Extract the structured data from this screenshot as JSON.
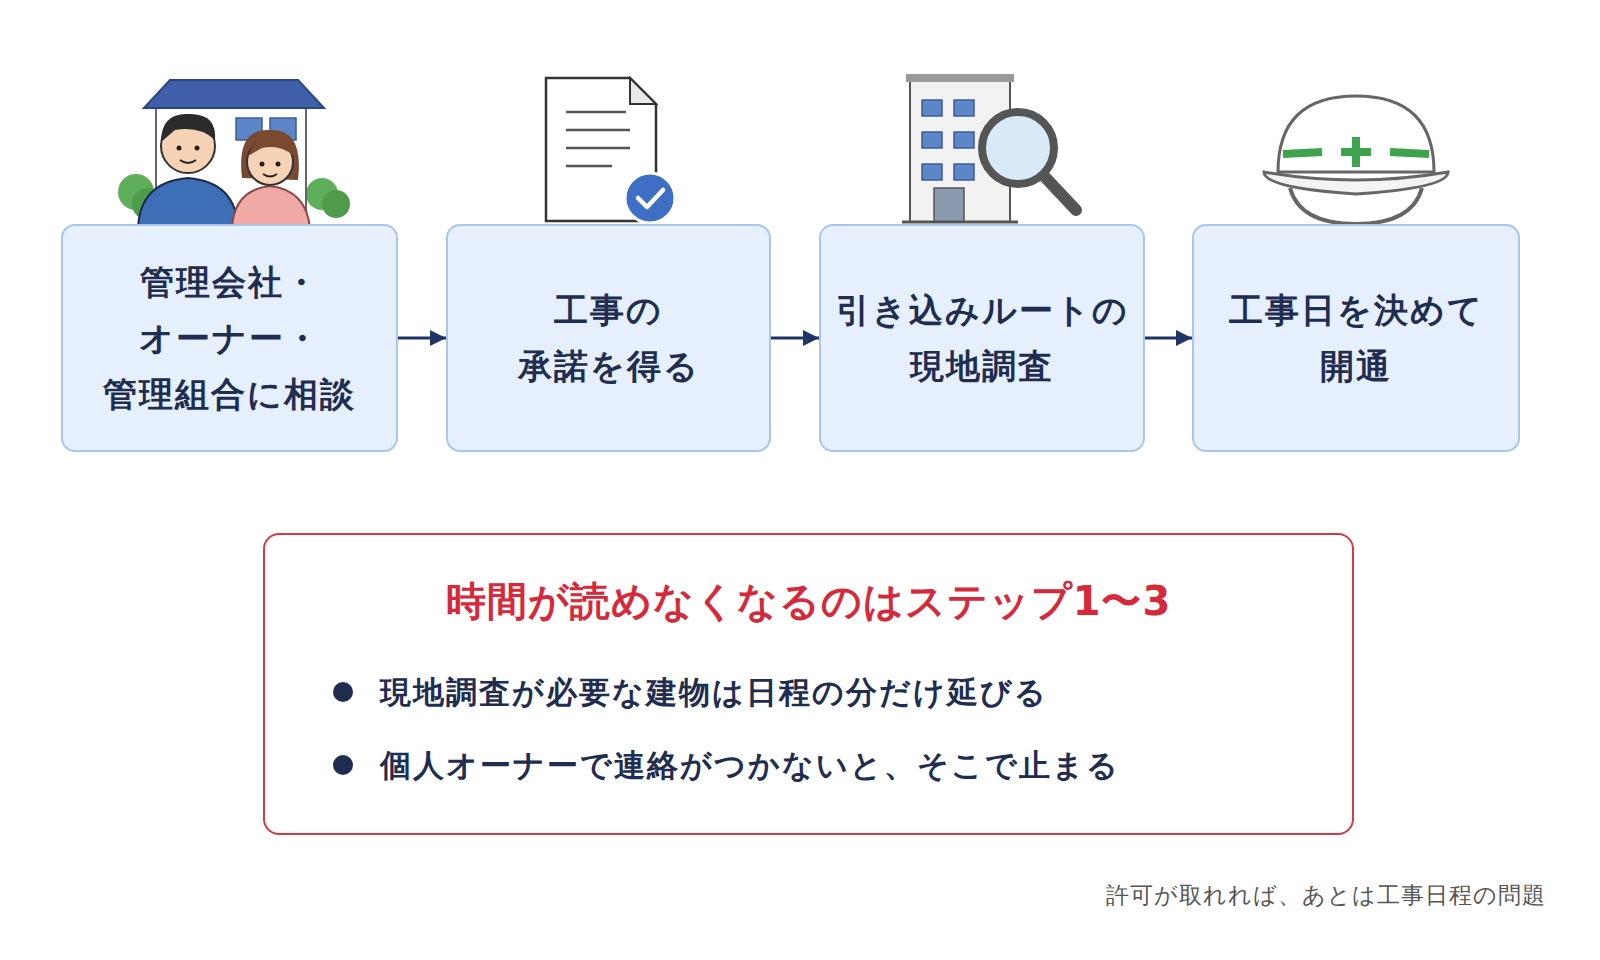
{
  "diagram": {
    "nodes": [
      {
        "text": [
          "管理会社・ オーナー・ 管理組合に相談"
        ]
      },
      {
        "text": [
          "工事の 承諾を得る"
        ]
      },
      {
        "text": [
          "引き込みルートの 現地調査"
        ]
      },
      {
        "text": [
          "工事日を決めて 開通"
        ]
      },
      {
        "text": [
          "時間が読めなくなるのはステップ1〜3",
          "現地調査が必要な建物は日程の分だけ延びる",
          "個人オーナーで連絡がつかないと、そこで止まる"
        ]
      }
    ],
    "edges": [
      {
        "from": 0,
        "to": 1,
        "arrow": "to"
      },
      {
        "from": 1,
        "to": 2,
        "arrow": "to"
      },
      {
        "from": 2,
        "to": 3,
        "arrow": "to"
      }
    ],
    "labels": [
      "許可が取れれば、あとは工事日程の問題"
    ]
  }
}
